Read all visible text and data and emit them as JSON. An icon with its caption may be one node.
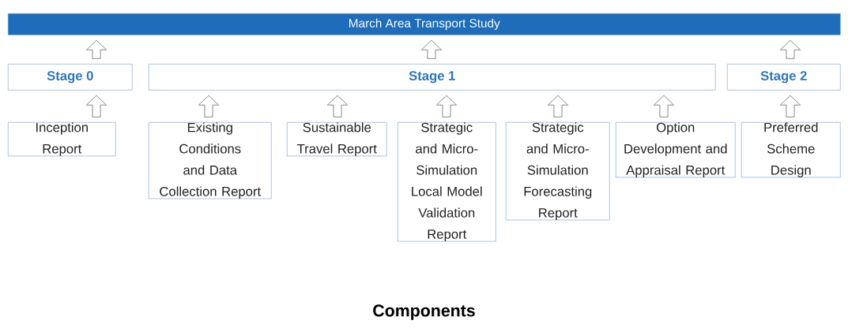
{
  "diagram": {
    "caption": "Components",
    "nodes": [
      {
        "text": [
          "March Area Transport Study"
        ]
      },
      {
        "text": [
          "Stage 0"
        ]
      },
      {
        "text": [
          "Stage 1"
        ]
      },
      {
        "text": [
          "Stage 2"
        ]
      },
      {
        "text": [
          "Inception Report"
        ]
      },
      {
        "text": [
          "Existing Conditions and Data Collection Report"
        ]
      },
      {
        "text": [
          "Sustainable Travel Report"
        ]
      },
      {
        "text": [
          "Strategic and Micro-Simulation Local Model Validation Report"
        ]
      },
      {
        "text": [
          "Strategic and Micro-Simulation Forecasting Report"
        ]
      },
      {
        "text": [
          "Option Development and Appraisal Report"
        ]
      },
      {
        "text": [
          "Preferred Scheme Design"
        ]
      }
    ],
    "edges": [
      {
        "from": 1,
        "to": 0,
        "arrow": "to"
      },
      {
        "from": 2,
        "to": 0,
        "arrow": "to"
      },
      {
        "from": 3,
        "to": 0,
        "arrow": "to"
      },
      {
        "from": 4,
        "to": 1,
        "arrow": "to"
      },
      {
        "from": 5,
        "to": 2,
        "arrow": "to"
      },
      {
        "from": 6,
        "to": 2,
        "arrow": "to"
      },
      {
        "from": 7,
        "to": 2,
        "arrow": "to"
      },
      {
        "from": 8,
        "to": 2,
        "arrow": "to"
      },
      {
        "from": 9,
        "to": 2,
        "arrow": "to"
      },
      {
        "from": 10,
        "to": 3,
        "arrow": "to"
      }
    ]
  }
}
